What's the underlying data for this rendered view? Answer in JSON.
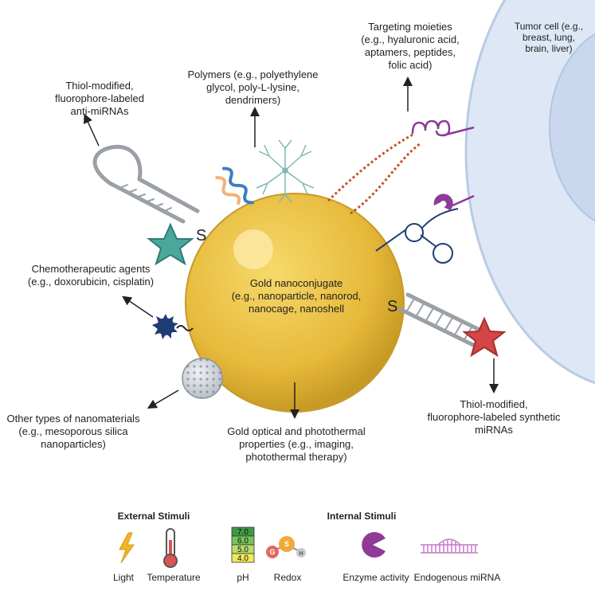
{
  "labels": {
    "anti_mirna": [
      "Thiol-modified,",
      "fluorophore-labeled",
      "anti-miRNAs"
    ],
    "polymers": [
      "Polymers (e.g., polyethylene",
      "glycol, poly-L-lysine,",
      "dendrimers)"
    ],
    "targeting": [
      "Targeting moieties",
      "(e.g., hyaluronic acid,",
      "aptamers, peptides,",
      "folic acid)"
    ],
    "tumor": [
      "Tumor cell (e.g.,",
      "breast, lung,",
      "brain, liver)"
    ],
    "chemo": [
      "Chemotherapeutic agents",
      "(e.g., doxorubicin, cisplatin)"
    ],
    "gold": [
      "Gold nanoconjugate",
      "(e.g.,  nanoparticle, nanorod,",
      "nanocage, nanoshell"
    ],
    "synthetic": [
      "Thiol-modified,",
      "fluorophore-labeled synthetic",
      "miRNAs"
    ],
    "other": [
      "Other types of nanomaterials",
      "(e.g., mesoporous silica",
      "nanoparticles)"
    ],
    "optical": [
      "Gold optical and photothermal",
      "properties (e.g., imaging,",
      "photothermal therapy)"
    ],
    "thiol_left": "S",
    "thiol_right": "S"
  },
  "legend": {
    "external_title": "External Stimuli",
    "internal_title": "Internal Stimuli",
    "light": "Light",
    "temperature": "Temperature",
    "ph": "pH",
    "redox": "Redox",
    "enzyme": "Enzyme activity",
    "mirna": "Endogenous miRNA",
    "ph_values": [
      "7.0",
      "6.0",
      "5.0",
      "4.0"
    ],
    "redox_atoms": [
      "G",
      "S",
      "H"
    ]
  },
  "colors": {
    "gold": "#e6b93a",
    "gold_dark": "#caa12b",
    "cell": "#dde7f5",
    "cell_border": "#b9cbe4",
    "star_teal": "#4aa79c",
    "star_red": "#d64545",
    "purple": "#8e3a96",
    "navy": "#1f3d73",
    "rust": "#c3532b"
  }
}
